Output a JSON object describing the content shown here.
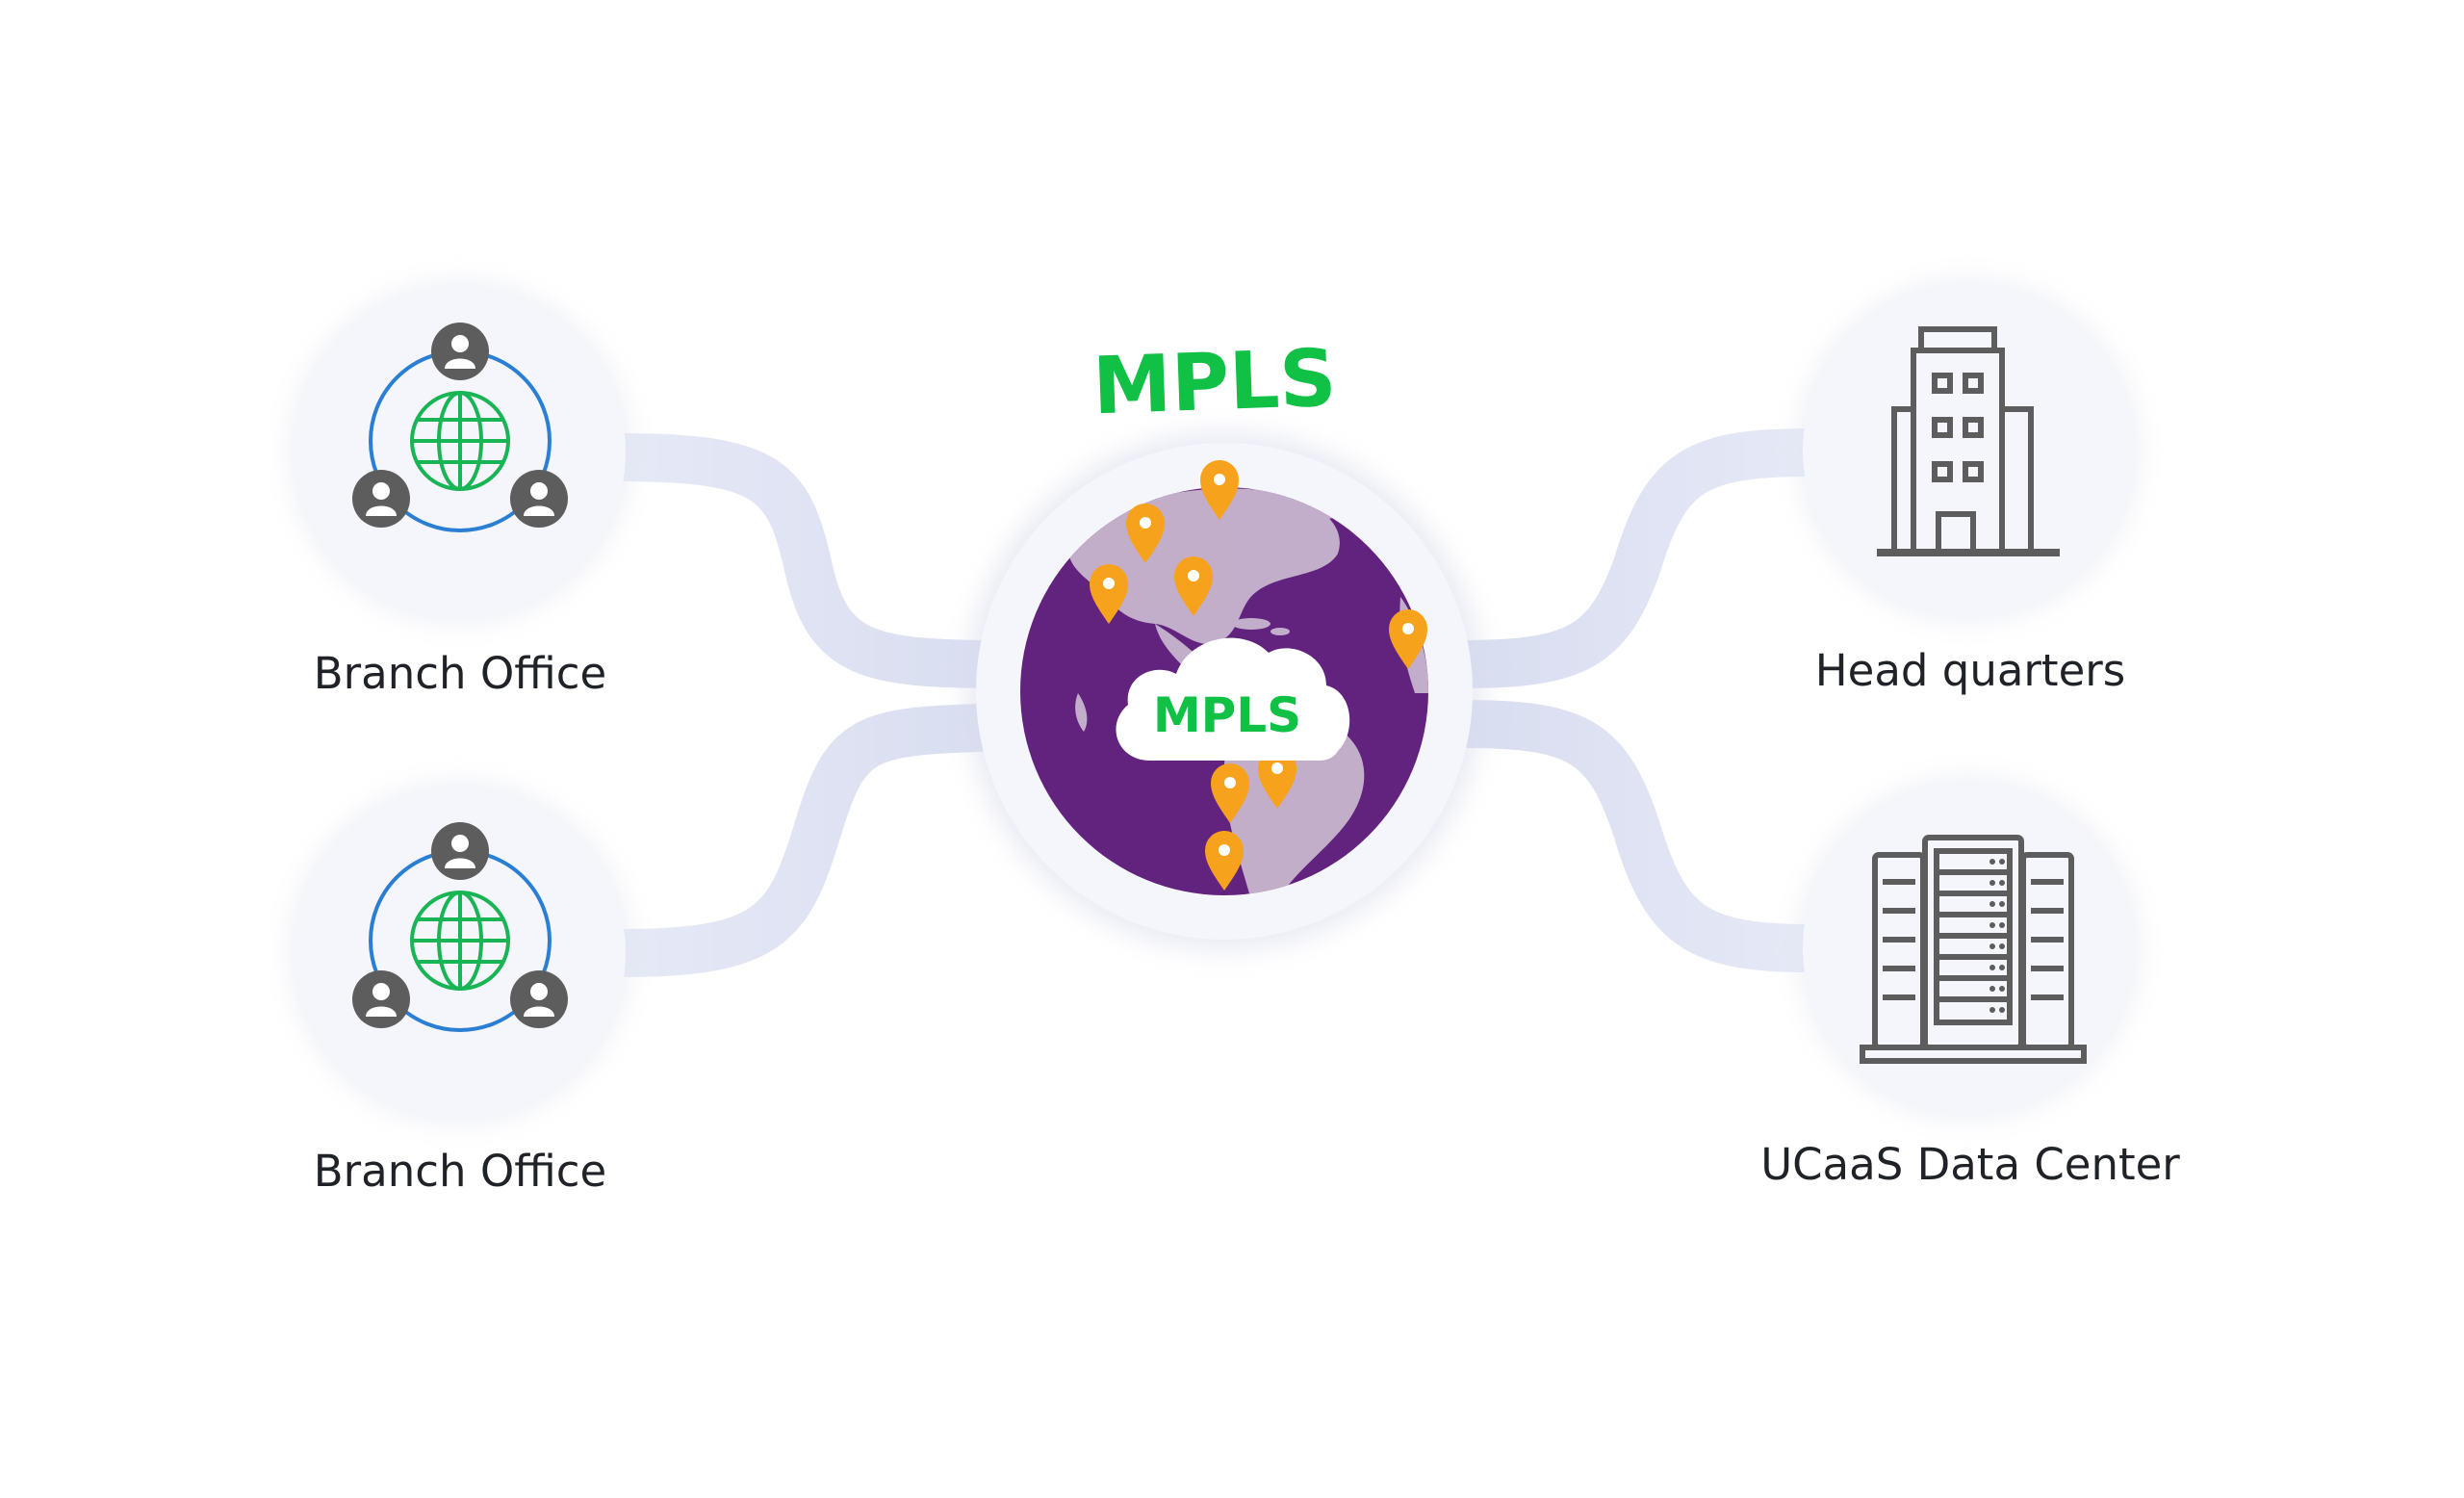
{
  "diagram": {
    "title": "MPLS",
    "center": {
      "cloud_label": "MPLS",
      "icon": "globe-icon",
      "pins": [
        "location-pin-icon",
        "location-pin-icon",
        "location-pin-icon",
        "location-pin-icon",
        "location-pin-icon",
        "location-pin-icon",
        "location-pin-icon",
        "location-pin-icon"
      ]
    },
    "nodes": [
      {
        "label": "Branch Office",
        "icon": "network-users-icon"
      },
      {
        "label": "Branch Office",
        "icon": "network-users-icon"
      },
      {
        "label": "Head quarters",
        "icon": "office-building-icon"
      },
      {
        "label": "UCaaS Data Center",
        "icon": "server-rack-icon"
      }
    ]
  },
  "colors": {
    "brand_green": "#10c145",
    "globe_purple": "#62237f",
    "land": "#c8b6cf",
    "pin_orange": "#f7a21c",
    "icon_gray": "#5d5d5d",
    "ring_blue": "#2a7fd4",
    "node_bg": "#f4f6fb",
    "connector": "#dfe3f3"
  }
}
